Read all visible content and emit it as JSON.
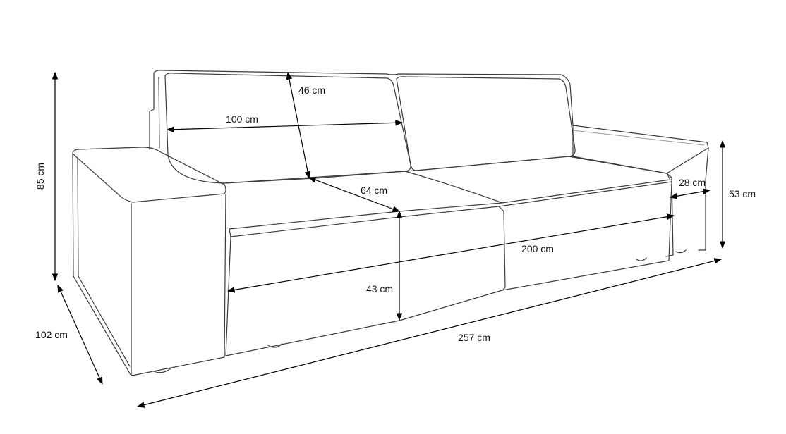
{
  "dimensions": {
    "height_total": "85 cm",
    "depth_total": "102 cm",
    "width_total": "257 cm",
    "seat_width": "200 cm",
    "backrest_width": "100 cm",
    "backrest_height": "46 cm",
    "seat_depth": "64 cm",
    "seat_height": "43 cm",
    "armrest_width": "28 cm",
    "armrest_height": "53 cm"
  },
  "colors": {
    "outline": "#3a3a3a",
    "dimension_line": "#000000",
    "background": "#ffffff"
  }
}
